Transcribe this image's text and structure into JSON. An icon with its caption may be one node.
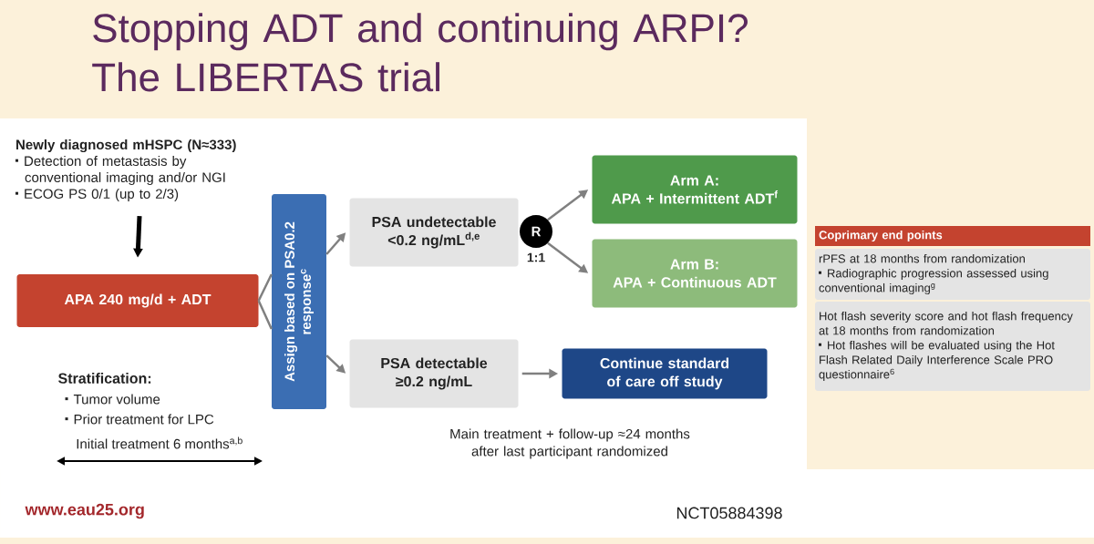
{
  "diagram": {
    "title": "Stopping ADT and continuing ARPI? The LIBERTAS trial",
    "nodes": [
      {
        "text": [
          "Newly diagnosed mHSPC (N≈333)",
          "Detection of metastasis by conventional imaging and/or NGI",
          "ECOG PS 0/1 (up to 2/3)"
        ]
      },
      {
        "text": [
          "**APA** 240 mg/d + **ADT**"
        ]
      },
      {
        "text": [
          "Assign based on PSA0.2 response$^{c}$"
        ]
      },
      {
        "text": [
          "PSA undetectable <0.2 ng/mL$^{d,e}$"
        ]
      },
      {
        "text": [
          "R"
        ],
        "beside": [
          "1:1"
        ]
      },
      {
        "text": [
          "Arm A:",
          "APA + Intermittent ADT$^{f}$"
        ]
      },
      {
        "text": [
          "Arm B:",
          "APA + Continuous ADT"
        ]
      },
      {
        "text": [
          "PSA detectable ≥0.2 ng/mL"
        ]
      },
      {
        "text": [
          "Continue standard of care off study"
        ]
      },
      {
        "text": [
          "Coprimary end points"
        ]
      },
      {
        "text": [
          "rPFS at 18 months from randomization",
          "Radiographic progression assessed using conventional imaging$^{g}$"
        ]
      },
      {
        "text": [
          "Hot flash severity score and hot flash frequency at 18 months from randomization",
          "Hot flashes will be evaluated using the Hot Flash Related Daily Interference Scale PRO questionnaire$^{6}$"
        ]
      }
    ],
    "edges": [
      {
        "from": 0,
        "to": 1,
        "arrow": "to",
        "style": "thick",
        "color": "#000000"
      },
      {
        "from": 1,
        "to": 2,
        "arrow": "none"
      },
      {
        "from": 2,
        "to": 3,
        "arrow": "to"
      },
      {
        "from": 2,
        "to": 7,
        "arrow": "to"
      },
      {
        "from": 4,
        "to": 5,
        "arrow": "to"
      },
      {
        "from": 4,
        "to": 6,
        "arrow": "to"
      },
      {
        "from": 7,
        "to": 8,
        "arrow": "to"
      }
    ],
    "labels": [
      "Stratification:",
      "Tumor volume",
      "Prior treatment for LPC",
      "Initial treatment 6 months$^{a,b}$",
      "Main treatment + follow-up ≈24 months after last participant randomized",
      "www.eau25.org",
      "NCT05884398"
    ]
  }
}
